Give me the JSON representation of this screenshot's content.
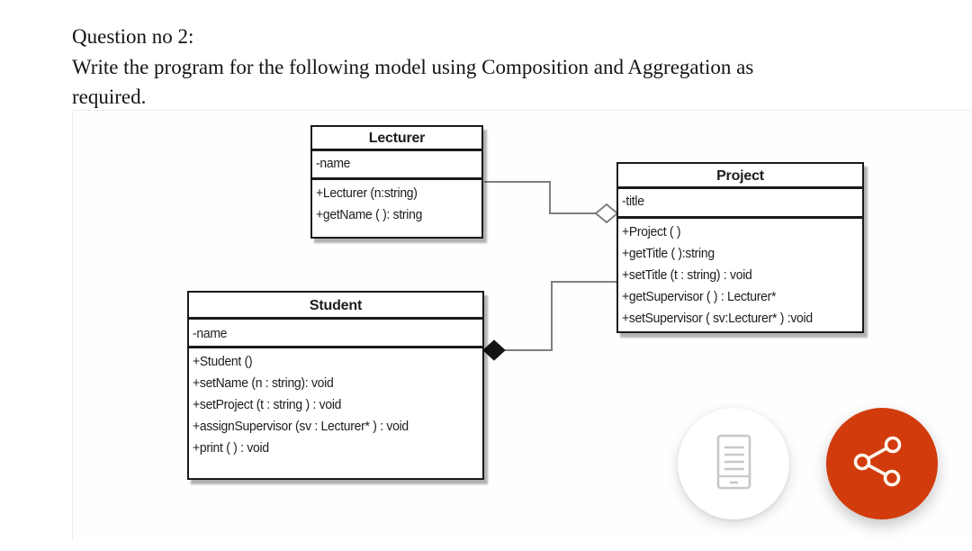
{
  "question": {
    "lines": [
      "Question no 2:",
      "Write the program for the following model using Composition and Aggregation as",
      "required."
    ]
  },
  "diagram": {
    "classes": [
      {
        "name": "Lecturer",
        "attributes": [
          "-name"
        ],
        "methods": [
          "+Lecturer (n:string)",
          "+getName ( ): string"
        ]
      },
      {
        "name": "Project",
        "attributes": [
          "-title"
        ],
        "methods": [
          "+Project ( )",
          "+getTitle ( ):string",
          "+setTitle (t : string) : void",
          "+getSupervisor ( ) : Lecturer*",
          "+setSupervisor ( sv:Lecturer* ) :void"
        ]
      },
      {
        "name": "Student",
        "attributes": [
          "-name"
        ],
        "methods": [
          "+Student ()",
          "+setName (n : string): void",
          "+setProject (t : string ) : void",
          "+assignSupervisor (sv : Lecturer* ) : void",
          "+print ( ) : void"
        ]
      }
    ],
    "relationships": [
      {
        "type": "aggregation",
        "from": "Lecturer",
        "to": "Project",
        "diamond": "hollow"
      },
      {
        "type": "composition",
        "from": "Student",
        "to": "Project",
        "diamond": "filled"
      }
    ],
    "line_color": "#7f7f7f",
    "border_color": "#1a1a1a"
  },
  "fabs": {
    "reader_icon": "document-icon",
    "share_icon": "share-icon",
    "share_color": "#d23b0c",
    "icon_gray": "#c8c8c8"
  }
}
